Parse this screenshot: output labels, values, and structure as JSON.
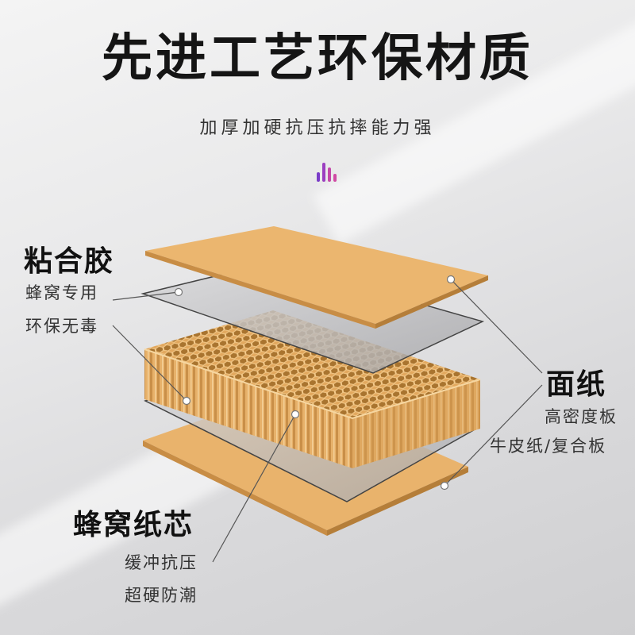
{
  "title": "先进工艺环保材质",
  "subtitle": "加厚加硬抗压抗摔能力强",
  "icon": "audio-bars-icon",
  "colors": {
    "board": "#e9b36c",
    "board_edge": "#c88d45",
    "honeycomb": "#e5ad66",
    "glue_film": "#c8c8ca",
    "accent_purple": "#7a3cc8",
    "accent_pink": "#d04aa4"
  },
  "labels": {
    "glue": {
      "head": "粘合胶",
      "lines": [
        "蜂窝专用",
        "环保无毒"
      ]
    },
    "face_paper": {
      "head": "面纸",
      "lines": [
        "高密度板",
        "牛皮纸/复合板"
      ]
    },
    "core": {
      "head": "蜂窝纸芯",
      "lines": [
        "缓冲抗压",
        "超硬防潮"
      ]
    }
  }
}
